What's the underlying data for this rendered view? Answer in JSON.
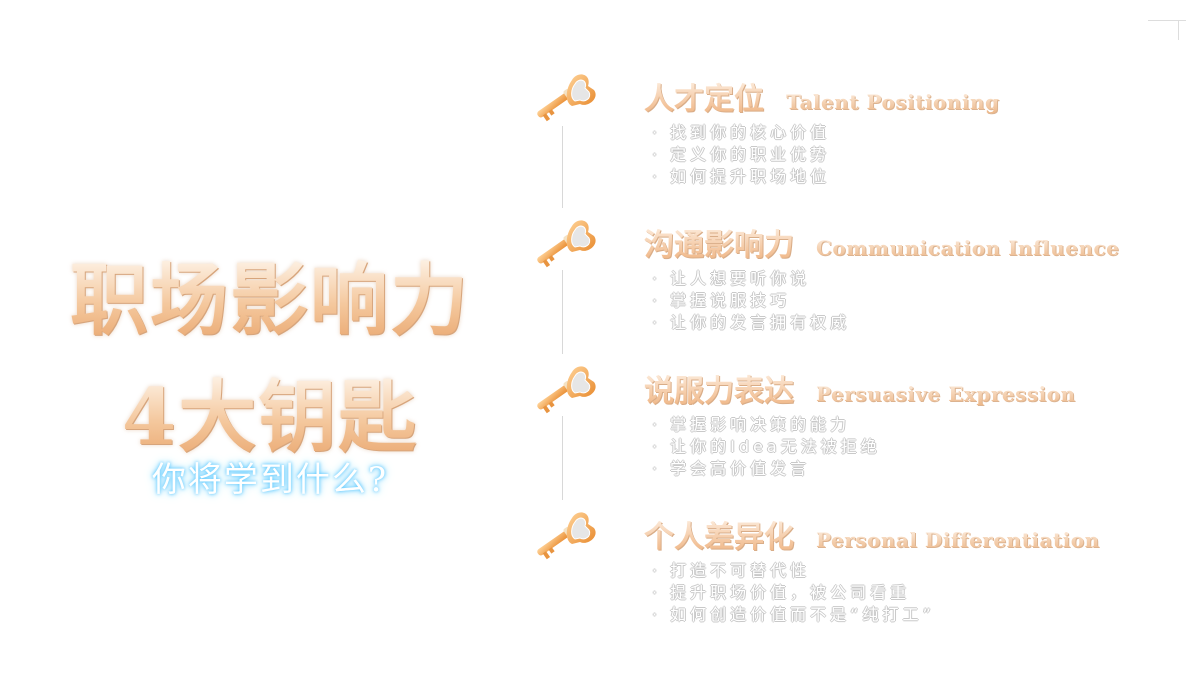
{
  "title_line1": "职场影响力",
  "title_line2": "4大钥匙",
  "subtitle": "你将学到什么?",
  "sections": [
    {
      "cn": "人才定位",
      "en": "Talent Positioning",
      "items": [
        "找到你的核心价值",
        "定义你的职业优势",
        "如何提升职场地位"
      ]
    },
    {
      "cn": "沟通影响力",
      "en": "Communication Influence",
      "items": [
        "让人想要听你说",
        "掌握说服技巧",
        "让你的发言拥有权威"
      ]
    },
    {
      "cn": "说服力表达",
      "en": "Persuasive Expression",
      "items": [
        "掌握影响决策的能力",
        "让你的Idea无法被拒绝",
        "学会高价值发言"
      ]
    },
    {
      "cn": "个人差异化",
      "en": "Personal Differentiation",
      "items": [
        "打造不可替代性",
        "提升职场价值，被公司看重",
        "如何创造价值而不是“纯打工”"
      ]
    }
  ],
  "colors": {
    "gold": "#eeb07c",
    "glow": "#5cc8ff"
  }
}
